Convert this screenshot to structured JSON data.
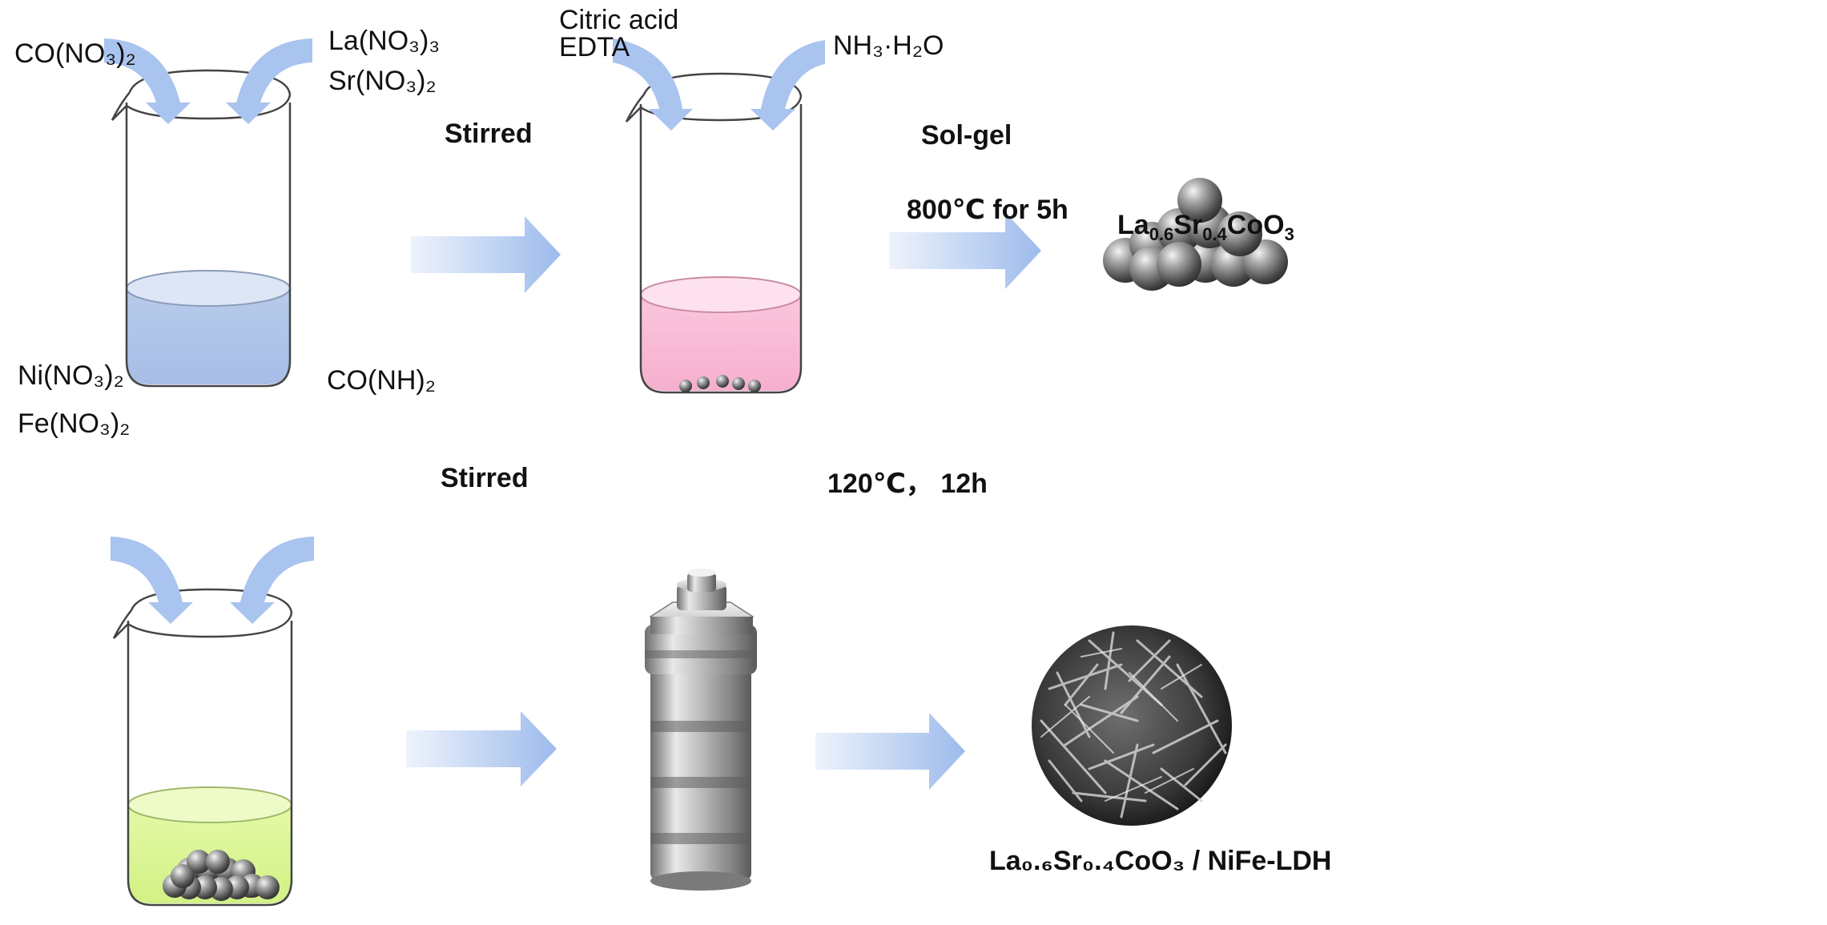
{
  "row1": {
    "reagent_left": "CO(NO₃)₂",
    "reagent_right_1": "La(NO₃)₃",
    "reagent_right_2": "Sr(NO₃)₂",
    "step1_label": "Stirred",
    "reagent_2_left_1": "Citric acid",
    "reagent_2_left_2": "EDTA",
    "reagent_2_right": "NH₃·H₂O",
    "step2_label_top": "Sol-gel",
    "step2_label_bottom": "800℃ for 5h",
    "product": {
      "el1": "La",
      "sub1": "0.6",
      "el2": "Sr",
      "sub2": "0.4",
      "el3": "CoO",
      "sub3": "3"
    }
  },
  "row2": {
    "reagent_left_1": "Ni(NO₃)₂",
    "reagent_left_2": "Fe(NO₃)₂",
    "reagent_right": "CO(NH)₂",
    "step1_label": "Stirred",
    "step2_label": "120℃， 12h",
    "product": "La₀.₆Sr₀.₄CoO₃ / NiFe-LDH"
  },
  "colors": {
    "arrow_blue": "#a9c4ee",
    "liquid_blue": "#b0c6e8",
    "liquid_pink": "#f8b9d4",
    "liquid_green": "#d9f595",
    "metal_gray": "#8a8a8a"
  }
}
